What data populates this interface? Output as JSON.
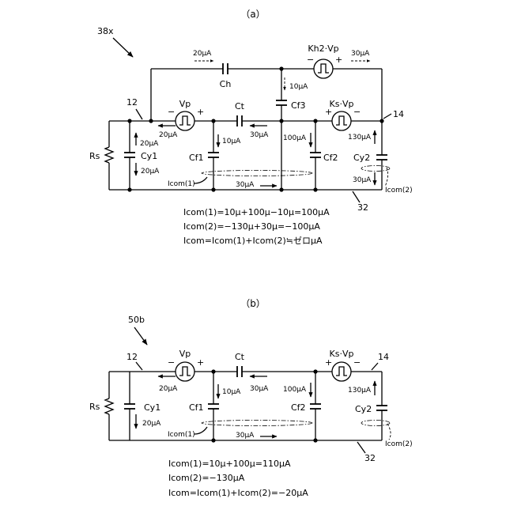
{
  "panel_a": {
    "caption": "（a）",
    "ref": "38x",
    "node_left": "12",
    "node_right": "14",
    "node_bottom": "32",
    "labels": {
      "rs": "Rs",
      "cy1": "Cy1",
      "cf1": "Cf1",
      "ct": "Ct",
      "cf3": "Cf3",
      "cf2": "Cf2",
      "cy2": "Cy2",
      "ch": "Ch",
      "vp": "Vp",
      "ksvp": "Ks·Vp",
      "kh2vp": "Kh2·Vp",
      "plus": "+",
      "minus": "−"
    },
    "currents": {
      "ch": "20μA",
      "kh2": "30μA",
      "cf3": "10μA",
      "vp": "20μA",
      "ct": "30μA",
      "ksvp": "130μA",
      "cy1_up": "20μA",
      "cy1_down": "20μA",
      "cf1": "10μA",
      "cf2": "100μA",
      "cy2": "30μA",
      "bottom": "30μA"
    },
    "icom1_label": "Icom(1)",
    "icom2_label": "Icom(2)",
    "equations": [
      "Icom(1)=10μ+100μ−10μ=100μA",
      "Icom(2)=−130μ+30μ=−100μA",
      "Icom=Icom(1)+Icom(2)≒ゼロμA"
    ]
  },
  "panel_b": {
    "caption": "（b）",
    "ref": "50b",
    "node_left": "12",
    "node_right": "14",
    "node_bottom": "32",
    "labels": {
      "rs": "Rs",
      "cy1": "Cy1",
      "cf1": "Cf1",
      "ct": "Ct",
      "cf2": "Cf2",
      "cy2": "Cy2",
      "vp": "Vp",
      "ksvp": "Ks·Vp",
      "plus": "+",
      "minus": "−"
    },
    "currents": {
      "vp": "20μA",
      "ct": "30μA",
      "ksvp": "130μA",
      "cy1": "20μA",
      "cf1": "10μA",
      "cf2": "100μA",
      "bottom": "30μA"
    },
    "icom1_label": "Icom(1)",
    "icom2_label": "Icom(2)",
    "equations": [
      "Icom(1)=10μ+100μ=110μA",
      "Icom(2)=−130μA",
      "Icom=Icom(1)+Icom(2)=−20μA"
    ]
  }
}
